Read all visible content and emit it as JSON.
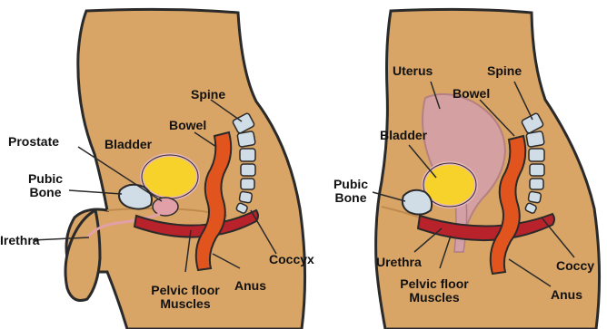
{
  "male": {
    "spine": "Spine",
    "bowel": "Bowel",
    "prostate": "Prostate",
    "bladder": "Bladder",
    "pubic_bone_line1": "Pubic",
    "pubic_bone_line2": "Bone",
    "urethra": "Irethra",
    "coccyx": "Coccyx",
    "anus": "Anus",
    "pelvic_floor_line1": "Pelvic floor",
    "pelvic_floor_line2": "Muscles"
  },
  "female": {
    "uterus": "Uterus",
    "spine": "Spine",
    "bowel": "Bowel",
    "bladder": "Bladder",
    "pubic_bone_line1": "Pubic",
    "pubic_bone_line2": "Bone",
    "urethra": "Urethra",
    "coccyx": "Coccy",
    "anus": "Anus",
    "pelvic_floor_line1": "Pelvic floor",
    "pelvic_floor_line2": "Muscles"
  },
  "colors": {
    "skin": "#D9A567",
    "skin_dark": "#C08A4E",
    "outline": "#2A2A2A",
    "bladder": "#F7D22B",
    "bladder_rim": "#E8B7BF",
    "bone": "#D0DDE6",
    "muscle": "#B8222A",
    "bowel": "#E2541E",
    "uterus": "#D4A0A8",
    "prostate": "#E1A0A8"
  }
}
